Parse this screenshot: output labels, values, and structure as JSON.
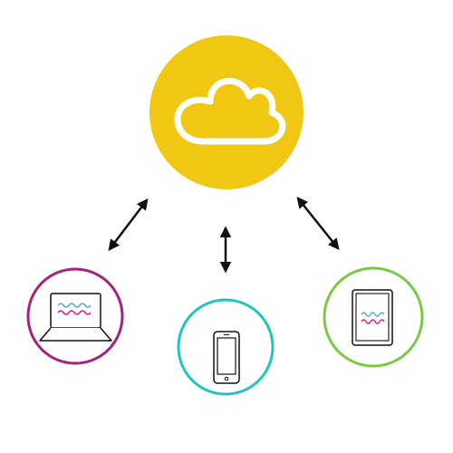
{
  "diagram": {
    "title": "",
    "hub": {
      "label": "",
      "icon": "cloud-icon",
      "color": "#F0C814"
    },
    "devices": [
      {
        "label": "",
        "icon": "laptop-icon",
        "color": "#A3237F"
      },
      {
        "label": "",
        "icon": "smartphone-icon",
        "color": "#26C2BE"
      },
      {
        "label": "",
        "icon": "tablet-icon",
        "color": "#7AC943"
      }
    ],
    "connections": [
      {
        "from": "cloud",
        "to": "laptop",
        "direction": "bidirectional"
      },
      {
        "from": "cloud",
        "to": "smartphone",
        "direction": "bidirectional"
      },
      {
        "from": "cloud",
        "to": "tablet",
        "direction": "bidirectional"
      }
    ]
  },
  "colors": {
    "line": "#111111",
    "scribble_blue": "#5BA8DA",
    "scribble_pink": "#E2217F"
  }
}
